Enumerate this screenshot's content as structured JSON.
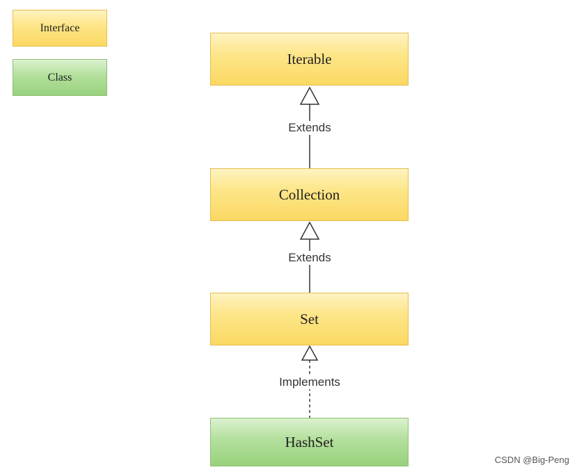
{
  "legend": {
    "interface_label": "Interface",
    "class_label": "Class",
    "interface_color": "#fde68a",
    "class_color": "#b3df9c"
  },
  "nodes": {
    "iterable": "Iterable",
    "collection": "Collection",
    "set": "Set",
    "hashset": "HashSet"
  },
  "edges": {
    "collection_to_iterable": "Extends",
    "set_to_collection": "Extends",
    "hashset_to_set": "Implements"
  },
  "watermark": "CSDN @Big-Peng"
}
